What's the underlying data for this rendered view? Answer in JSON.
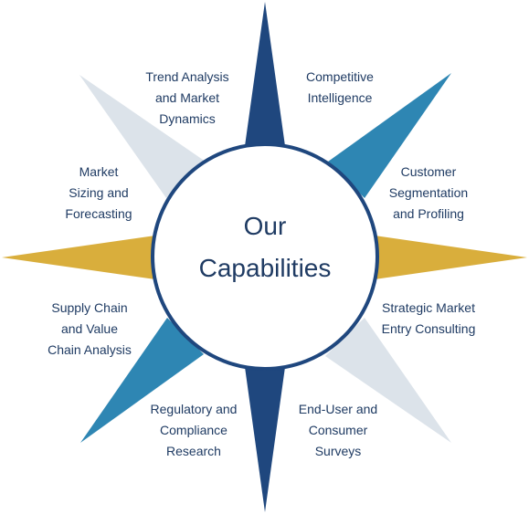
{
  "center": {
    "line1": "Our",
    "line2": "Capabilities"
  },
  "colors": {
    "navy": "#1f477e",
    "teal": "#2e86b3",
    "gold": "#d9ae3c",
    "light_gray": "#dce3ea",
    "text": "#1f3b63"
  },
  "capabilities": [
    {
      "lines": [
        "Trend Analysis",
        "and Market",
        "Dynamics"
      ]
    },
    {
      "lines": [
        "Competitive",
        "Intelligence"
      ]
    },
    {
      "lines": [
        "Customer",
        "Segmentation",
        "and Profiling"
      ]
    },
    {
      "lines": [
        "Strategic Market",
        "Entry Consulting"
      ]
    },
    {
      "lines": [
        "End-User and",
        "Consumer",
        "Surveys"
      ]
    },
    {
      "lines": [
        "Regulatory and",
        "Compliance",
        "Research"
      ]
    },
    {
      "lines": [
        "Supply Chain",
        "and Value",
        "Chain Analysis"
      ]
    },
    {
      "lines": [
        "Market",
        "Sizing and",
        "Forecasting"
      ]
    }
  ]
}
